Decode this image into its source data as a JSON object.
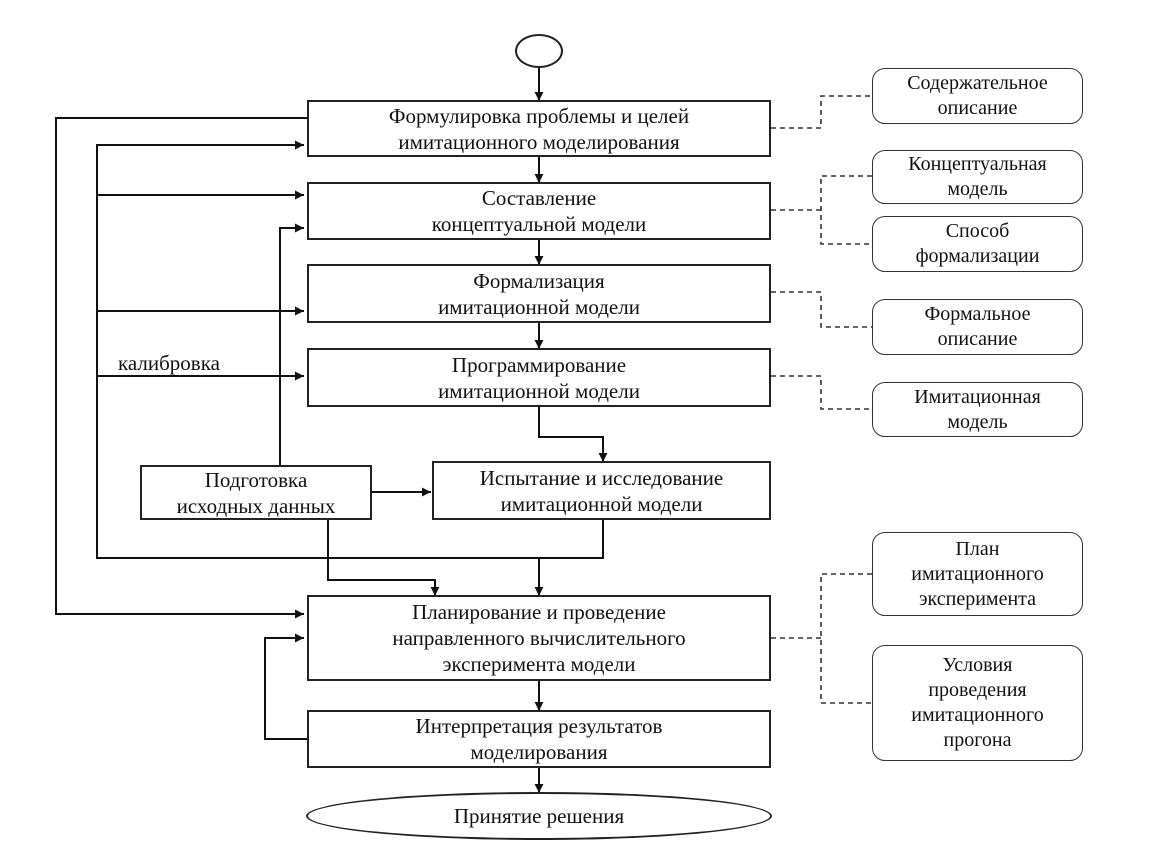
{
  "steps": {
    "formulation": "Формулировка проблемы и целей\nимитационного моделирования",
    "conceptual": "Составление\nконцептуальной модели",
    "formalization": "Формализация\nимитационной модели",
    "programming": "Программирование\nимитационной модели",
    "testing": "Испытание и исследование\nимитационной модели",
    "data_prep": "Подготовка\nисходных данных",
    "planning": "Планирование и проведение\nнаправленного вычислительного\nэксперимента модели",
    "interpretation": "Интерпретация результатов\nмоделирования",
    "decision": "Принятие решения"
  },
  "outputs": {
    "content_description": "Содержательное\nописание",
    "conceptual_model": "Концептуальная\nмодель",
    "formalization_method": "Способ\nформализации",
    "formal_description": "Формальное\nописание",
    "simulation_model": "Имитационная\nмодель",
    "experiment_plan": "План\nимитационного\nэксперимента",
    "run_conditions": "Условия\nпроведения\nимитационного\nпрогона"
  },
  "labels": {
    "calibration": "калибровка"
  }
}
